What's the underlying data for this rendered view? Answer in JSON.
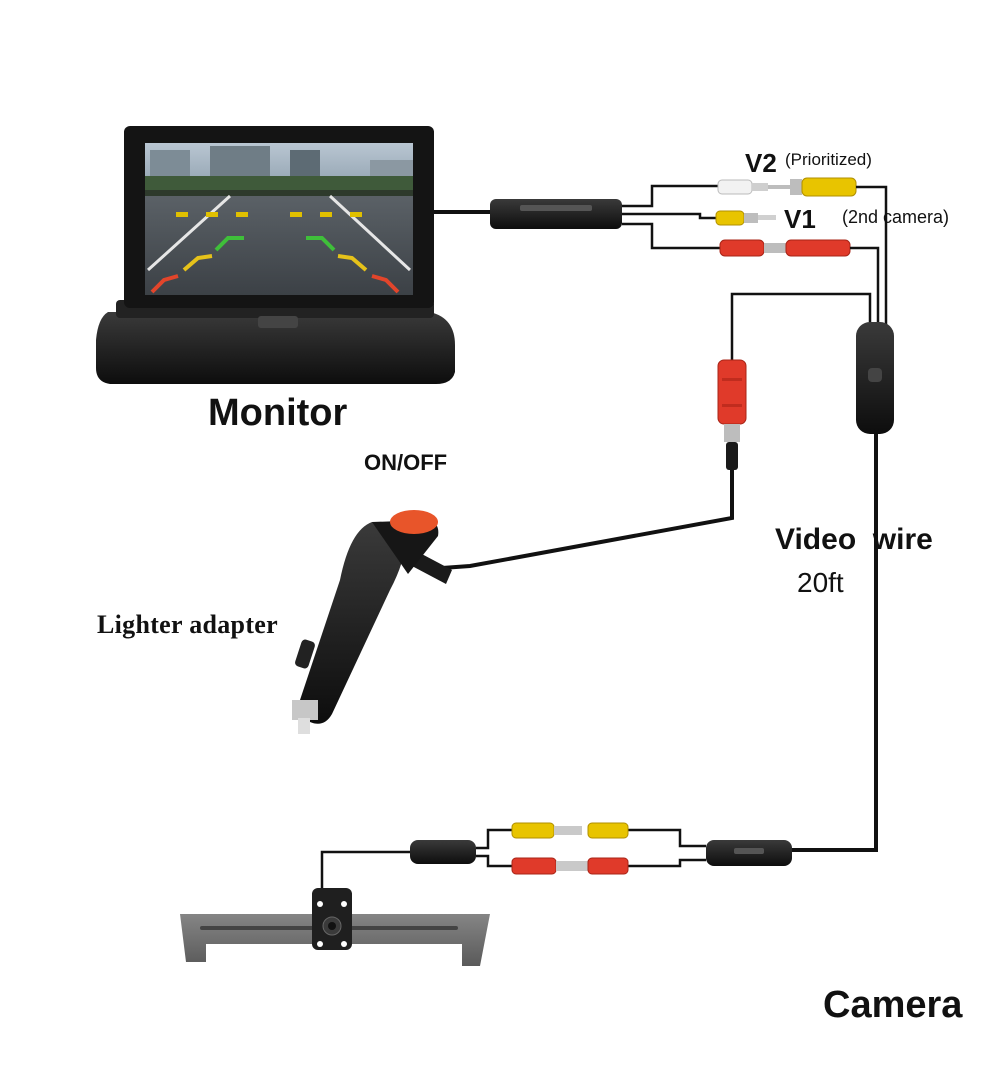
{
  "labels": {
    "monitor": "Monitor",
    "on_off": "ON/OFF",
    "lighter_adapter": "Lighter adapter",
    "v2": "V2",
    "prioritized": "(Prioritized)",
    "v1": "V1",
    "second_camera": "(2nd camera)",
    "video_wire": "Video  wire",
    "length": "20ft",
    "camera": "Camera"
  },
  "colors": {
    "cable": "#111111",
    "rca_yellow": "#e8c400",
    "rca_red": "#e03a2a",
    "rca_white": "#f2f2f2",
    "power_button": "#e8552a",
    "camera_bracket": "#6f6f6f"
  }
}
